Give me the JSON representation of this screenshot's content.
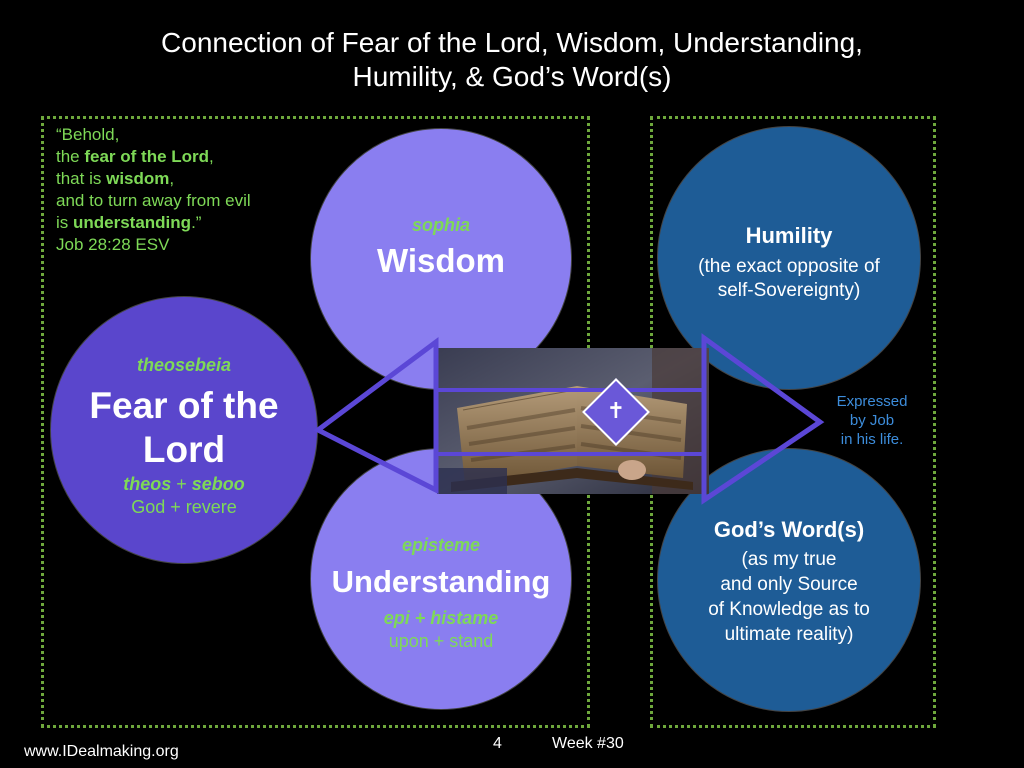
{
  "title": {
    "line1": "Connection of Fear of the Lord, Wisdom, Understanding,",
    "line2": "Humility, & God’s Word(s)"
  },
  "quote": {
    "open": "“Behold,",
    "the": "the ",
    "fear": "fear of the Lord",
    "comma1": ",",
    "thatis": "that is ",
    "wisdom": "wisdom",
    "comma2": ",",
    "turn": "and to turn away from evil",
    "is": "is ",
    "understanding": "understanding",
    "close": ".”",
    "reference": "Job 28:28 ESV"
  },
  "wisdom": {
    "greek": "sophia",
    "label": "Wisdom"
  },
  "fear": {
    "greek": "theosebeia",
    "label_line1": "Fear of the",
    "label_line2": "Lord",
    "roots_a": "theos",
    "roots_plus": " + ",
    "roots_b": "seboo",
    "meaning": "God + revere"
  },
  "understanding": {
    "greek": "episteme",
    "label": "Understanding",
    "roots": "epi + histame",
    "meaning": "upon + stand"
  },
  "humility": {
    "label": "Humility",
    "desc_line1": "(the exact opposite of",
    "desc_line2": "self-Sovereignty)"
  },
  "gods_word": {
    "label": "God’s Word(s)",
    "desc_line1": "(as my true",
    "desc_line2": "and only Source",
    "desc_line3": "of Knowledge as to",
    "desc_line4": "ultimate reality)"
  },
  "expressed": {
    "line1": "Expressed",
    "line2": "by Job",
    "line3": "in his life."
  },
  "footer": {
    "website": "www.IDealmaking.org",
    "page": "4",
    "week": "Week #30"
  },
  "colors": {
    "light_purple": "#8a7ef0",
    "dark_purple": "#5a46cc",
    "blue": "#1e5c96",
    "green_text": "#7ed957",
    "dotted_border": "#6ea83c",
    "arrow_outline": "#5b47d6",
    "expressed_text": "#3d8ddb"
  },
  "icons": {
    "center": "cross-icon"
  }
}
